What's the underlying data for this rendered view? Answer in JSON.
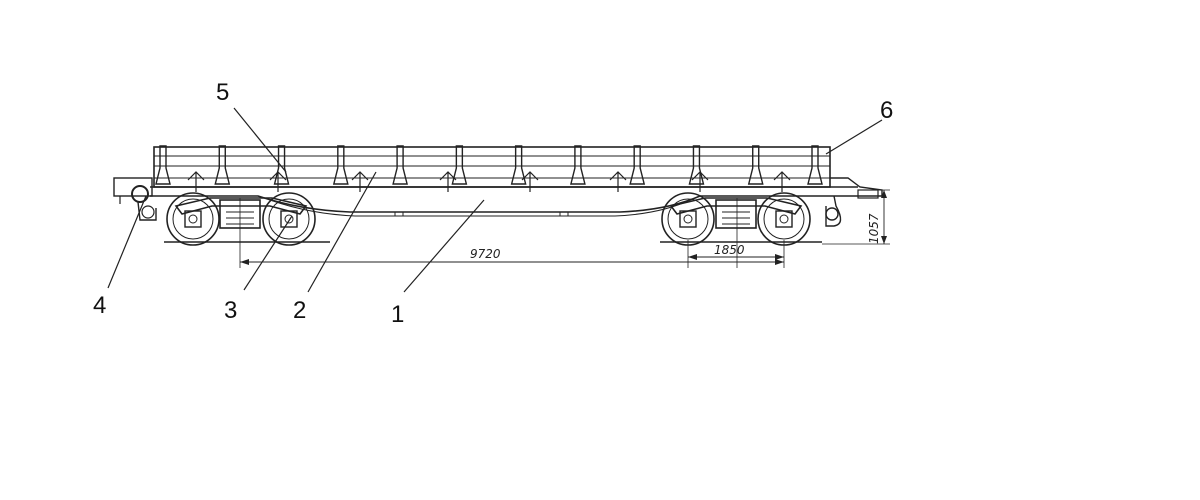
{
  "callouts": {
    "c1": "1",
    "c2": "2",
    "c3": "3",
    "c4": "4",
    "c5": "5",
    "c6": "6"
  },
  "dimensions": {
    "bogie_centers": "9720",
    "bogie_wheelbase": "1850",
    "deck_height": "1057"
  },
  "stakes": {
    "count": 12
  },
  "colors": {
    "ink": "#222222",
    "background": "#ffffff"
  }
}
